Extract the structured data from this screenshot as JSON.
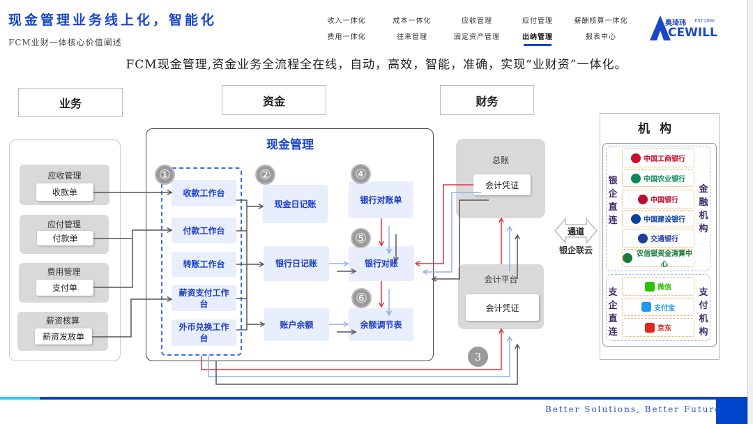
{
  "header": {
    "title": "现金管理业务线上化，智能化",
    "subtitle": "FCM业财一体核心价值阐述",
    "nav_row1": [
      "收入一体化",
      "成本一体化",
      "应收管理",
      "应付管理",
      "薪酬核算一体化"
    ],
    "nav_row2": [
      "费用一体化",
      "往来管理",
      "固定资产管理",
      "出纳管理",
      "报表中心"
    ],
    "active_nav": "出纳管理",
    "logo": {
      "cn": "奥琦玮",
      "est": "EST.2006",
      "en": "CEWILL",
      "color": "#1a47c8"
    }
  },
  "slogan": "FCM现金管理,资金业务全流程全在线，自动，高效，智能，准确，实现“业财资”一体化。",
  "columns": {
    "business": "业务",
    "funds": "资金",
    "finance": "财务"
  },
  "business": [
    {
      "group": "应收管理",
      "doc": "收款单"
    },
    {
      "group": "应付管理",
      "doc": "付款单"
    },
    {
      "group": "费用管理",
      "doc": "支付单"
    },
    {
      "group": "薪资核算",
      "doc": "薪资发放单"
    }
  ],
  "cash": {
    "title": "现金管理",
    "workbenches": [
      "收款工作台",
      "付款工作台",
      "转账工作台",
      "薪资支付工作台",
      "外币兑换工作台"
    ],
    "journals": [
      "现金日记账",
      "银行日记账",
      "账户余额"
    ],
    "reconcile": [
      "银行对账单",
      "银行对账",
      "余额调节表"
    ],
    "steps": [
      "①",
      "②",
      "④",
      "⑤",
      "⑥",
      "3"
    ]
  },
  "finance": {
    "ledger": "总账",
    "ledger_doc": "会计凭证",
    "platform": "会计平台",
    "platform_doc": "会计凭证"
  },
  "channel": {
    "label": "通道",
    "name": "银企联云"
  },
  "institutions": {
    "title": "机构",
    "bank_left": "银企直连",
    "bank_right": "金融机构",
    "pay_left": "支企直连",
    "pay_right": "支付机构",
    "banks": [
      {
        "name": "中国工商银行",
        "color": "#c8102e"
      },
      {
        "name": "中国农业银行",
        "color": "#0a8a5a"
      },
      {
        "name": "中国银行",
        "color": "#b5102a"
      },
      {
        "name": "中国建设银行",
        "color": "#0b3f9e"
      },
      {
        "name": "交通银行",
        "color": "#1f3f9a"
      },
      {
        "name": "农信银资金清算中心",
        "color": "#1a7a3a"
      }
    ],
    "payments": [
      {
        "name": "微信",
        "color": "#2dc100"
      },
      {
        "name": "支付宝",
        "color": "#1a9bf0"
      },
      {
        "name": "京东",
        "color": "#e1251b"
      }
    ]
  },
  "footer": {
    "tagline": "Better Solutions, Better Future",
    "accent": "#0044cc"
  },
  "colors": {
    "red": "#e8303c",
    "blue": "#8fb0f0",
    "dark": "#555555",
    "title_blue": "#1a47c8"
  }
}
